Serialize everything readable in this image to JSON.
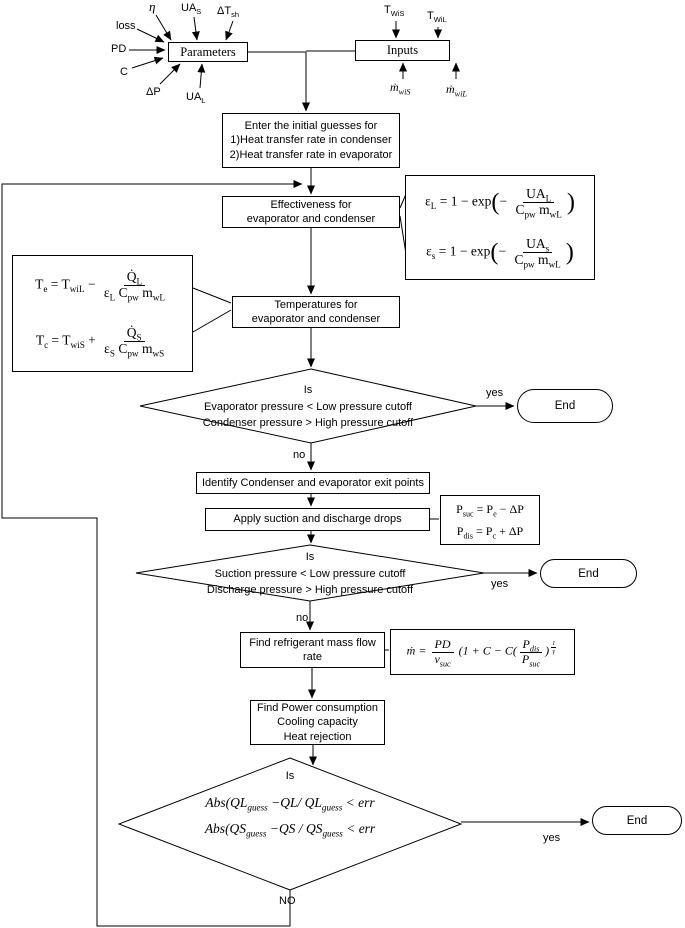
{
  "nodes": {
    "parameters": "Parameters",
    "inputs": "Inputs",
    "guesses": {
      "l1": "Enter the initial guesses for",
      "l2": "1)Heat transfer rate in condenser",
      "l3": "2)Heat transfer rate in evaporator"
    },
    "effectiveness": {
      "l1": "Effectiveness for",
      "l2": "evaporator and condenser"
    },
    "temperatures": {
      "l1": "Temperatures for",
      "l2": "evaporator and condenser"
    },
    "decision1": {
      "l1": "Is",
      "l2": "Evaporator pressure < Low pressure cutoff",
      "l3": "Condenser pressure  > High pressure cutoff"
    },
    "identify": "Identify Condenser and evaporator exit points",
    "apply": "Apply suction and discharge drops",
    "decision2": {
      "l1": "Is",
      "l2": "Suction pressure < Low pressure cutoff",
      "l3": "Discharge pressure  > High pressure cutoff"
    },
    "find_mass": {
      "l1": "Find refrigerant mass flow",
      "l2": "rate"
    },
    "find_power": {
      "l1": "Find Power consumption",
      "l2": "Cooling capacity",
      "l3": "Heat rejection"
    },
    "decision3": {
      "l1": "Is"
    },
    "end": "End"
  },
  "edge_labels": {
    "yes": "yes",
    "no": "no",
    "no_caps": "NO"
  },
  "input_labels": {
    "loss": "loss",
    "eta": "η",
    "pd": "PD",
    "c": "C",
    "dp": "ΔP",
    "ua_s": [
      {
        "t": "UA"
      },
      {
        "sub": "S"
      }
    ],
    "dt_sh": [
      {
        "t": "ΔT"
      },
      {
        "sub": "sh"
      }
    ],
    "ua_l": [
      {
        "t": "UA"
      },
      {
        "sub": "L"
      }
    ],
    "t_wis": [
      {
        "t": "T"
      },
      {
        "sub": "WiS"
      }
    ],
    "t_wil": [
      {
        "t": "T"
      },
      {
        "sub": "WiL"
      }
    ],
    "m_wis": [
      {
        "t": "ṁ"
      },
      {
        "sub": "wiS"
      }
    ],
    "m_wil": [
      {
        "t": "ṁ"
      },
      {
        "sub": "wiL"
      }
    ]
  },
  "formulas": {
    "eff1": [
      {
        "t": "ε"
      },
      {
        "sub": "L"
      },
      {
        "t": " = 1 − exp"
      },
      {
        "big": "("
      },
      {
        "t": "− "
      },
      {
        "frac": {
          "num": [
            {
              "t": "UA"
            },
            {
              "sub": "L"
            }
          ],
          "den": [
            {
              "t": "C"
            },
            {
              "sub": "pw"
            },
            {
              "t": " m"
            },
            {
              "sub": "wL"
            }
          ]
        }
      },
      {
        "big": ")"
      }
    ],
    "eff2": [
      {
        "t": "ε"
      },
      {
        "sub": "s"
      },
      {
        "t": " = 1 − exp"
      },
      {
        "big": "("
      },
      {
        "t": "− "
      },
      {
        "frac": {
          "num": [
            {
              "t": "UA"
            },
            {
              "sub": "s"
            }
          ],
          "den": [
            {
              "t": "C"
            },
            {
              "sub": "pw"
            },
            {
              "t": " m"
            },
            {
              "sub": "wL"
            }
          ]
        }
      },
      {
        "big": ")"
      }
    ],
    "temp1": [
      {
        "t": "T"
      },
      {
        "sub": "e"
      },
      {
        "t": " = T"
      },
      {
        "sub": "wiL"
      },
      {
        "t": " − "
      },
      {
        "frac": {
          "num": [
            {
              "t": "Q̇"
            },
            {
              "sub": "L"
            }
          ],
          "den": [
            {
              "t": "ε"
            },
            {
              "sub": "L"
            },
            {
              "t": " C"
            },
            {
              "sub": "pw"
            },
            {
              "t": " m"
            },
            {
              "sub": "wL"
            }
          ]
        }
      }
    ],
    "temp2": [
      {
        "t": "T"
      },
      {
        "sub": "c"
      },
      {
        "t": " = T"
      },
      {
        "sub": "wiS"
      },
      {
        "t": " + "
      },
      {
        "frac": {
          "num": [
            {
              "t": "Q̇"
            },
            {
              "sub": "S"
            }
          ],
          "den": [
            {
              "t": "ε"
            },
            {
              "sub": "S"
            },
            {
              "t": " C"
            },
            {
              "sub": "pw"
            },
            {
              "t": " m"
            },
            {
              "sub": "wS"
            }
          ]
        }
      }
    ],
    "p_suc": [
      {
        "t": "P"
      },
      {
        "sub": "suc"
      },
      {
        "t": " = P"
      },
      {
        "sub": "e"
      },
      {
        "t": " − ΔP"
      }
    ],
    "p_dis": [
      {
        "t": "P"
      },
      {
        "sub": "dis"
      },
      {
        "t": " = P"
      },
      {
        "sub": "c"
      },
      {
        "t": " + ΔP"
      }
    ],
    "m_dot": [
      {
        "t": "ṁ = "
      },
      {
        "frac": {
          "num": [
            {
              "t": "PD"
            }
          ],
          "den": [
            {
              "t": "ν"
            },
            {
              "sub": "suc"
            }
          ]
        }
      },
      {
        "t": " (1 + C − C("
      },
      {
        "frac": {
          "num": [
            {
              "t": "P"
            },
            {
              "sub": "dis"
            }
          ],
          "den": [
            {
              "t": "P"
            },
            {
              "sub": "suc"
            }
          ]
        }
      },
      {
        "t": ")"
      },
      {
        "sup": [
          {
            "frac": {
              "num": [
                {
                  "t": "1"
                }
              ],
              "den": [
                {
                  "t": "γ"
                }
              ]
            }
          }
        ]
      }
    ],
    "conv1": [
      {
        "t": "Abs(QL"
      },
      {
        "sub": "guess"
      },
      {
        "t": " −QL/ QL"
      },
      {
        "sub": "guess"
      },
      {
        "t": " < err"
      }
    ],
    "conv2": [
      {
        "t": "Abs(QS"
      },
      {
        "sub": "guess"
      },
      {
        "t": " −QS / QS"
      },
      {
        "sub": "guess"
      },
      {
        "t": " < err"
      }
    ]
  }
}
